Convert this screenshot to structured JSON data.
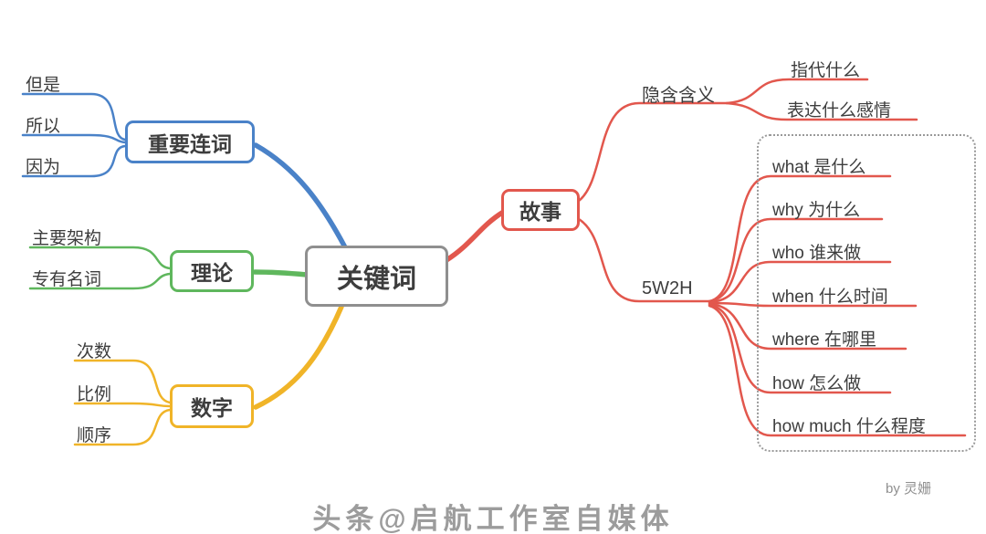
{
  "root": {
    "label": "关键词"
  },
  "branches": {
    "conjunctions": {
      "label": "重要连词",
      "children": [
        {
          "label": "但是"
        },
        {
          "label": "所以"
        },
        {
          "label": "因为"
        }
      ]
    },
    "theory": {
      "label": "理论",
      "children": [
        {
          "label": "主要架构"
        },
        {
          "label": "专有名词"
        }
      ]
    },
    "numbers": {
      "label": "数字",
      "children": [
        {
          "label": "次数"
        },
        {
          "label": "比例"
        },
        {
          "label": "顺序"
        }
      ]
    },
    "story": {
      "label": "故事",
      "implied_meaning": {
        "label": "隐含含义",
        "children": [
          {
            "label": "指代什么"
          },
          {
            "label": "表达什么感情"
          }
        ]
      },
      "five_w_two_h": {
        "label": "5W2H",
        "children": [
          {
            "label": "what 是什么"
          },
          {
            "label": "why 为什么"
          },
          {
            "label": "who 谁来做"
          },
          {
            "label": "when 什么时间"
          },
          {
            "label": "where 在哪里"
          },
          {
            "label": "how 怎么做"
          },
          {
            "label": "how much 什么程度"
          }
        ]
      }
    }
  },
  "colors": {
    "blue": "#4a82c8",
    "green": "#5fb75d",
    "yellow": "#f0b428",
    "red": "#e2574d",
    "root_border": "#8f8f8f",
    "text": "#3d3d3d",
    "watermark": "#9c9c9c"
  },
  "footer": {
    "credit": "by 灵姗",
    "watermark": "头条@启航工作室自媒体"
  }
}
